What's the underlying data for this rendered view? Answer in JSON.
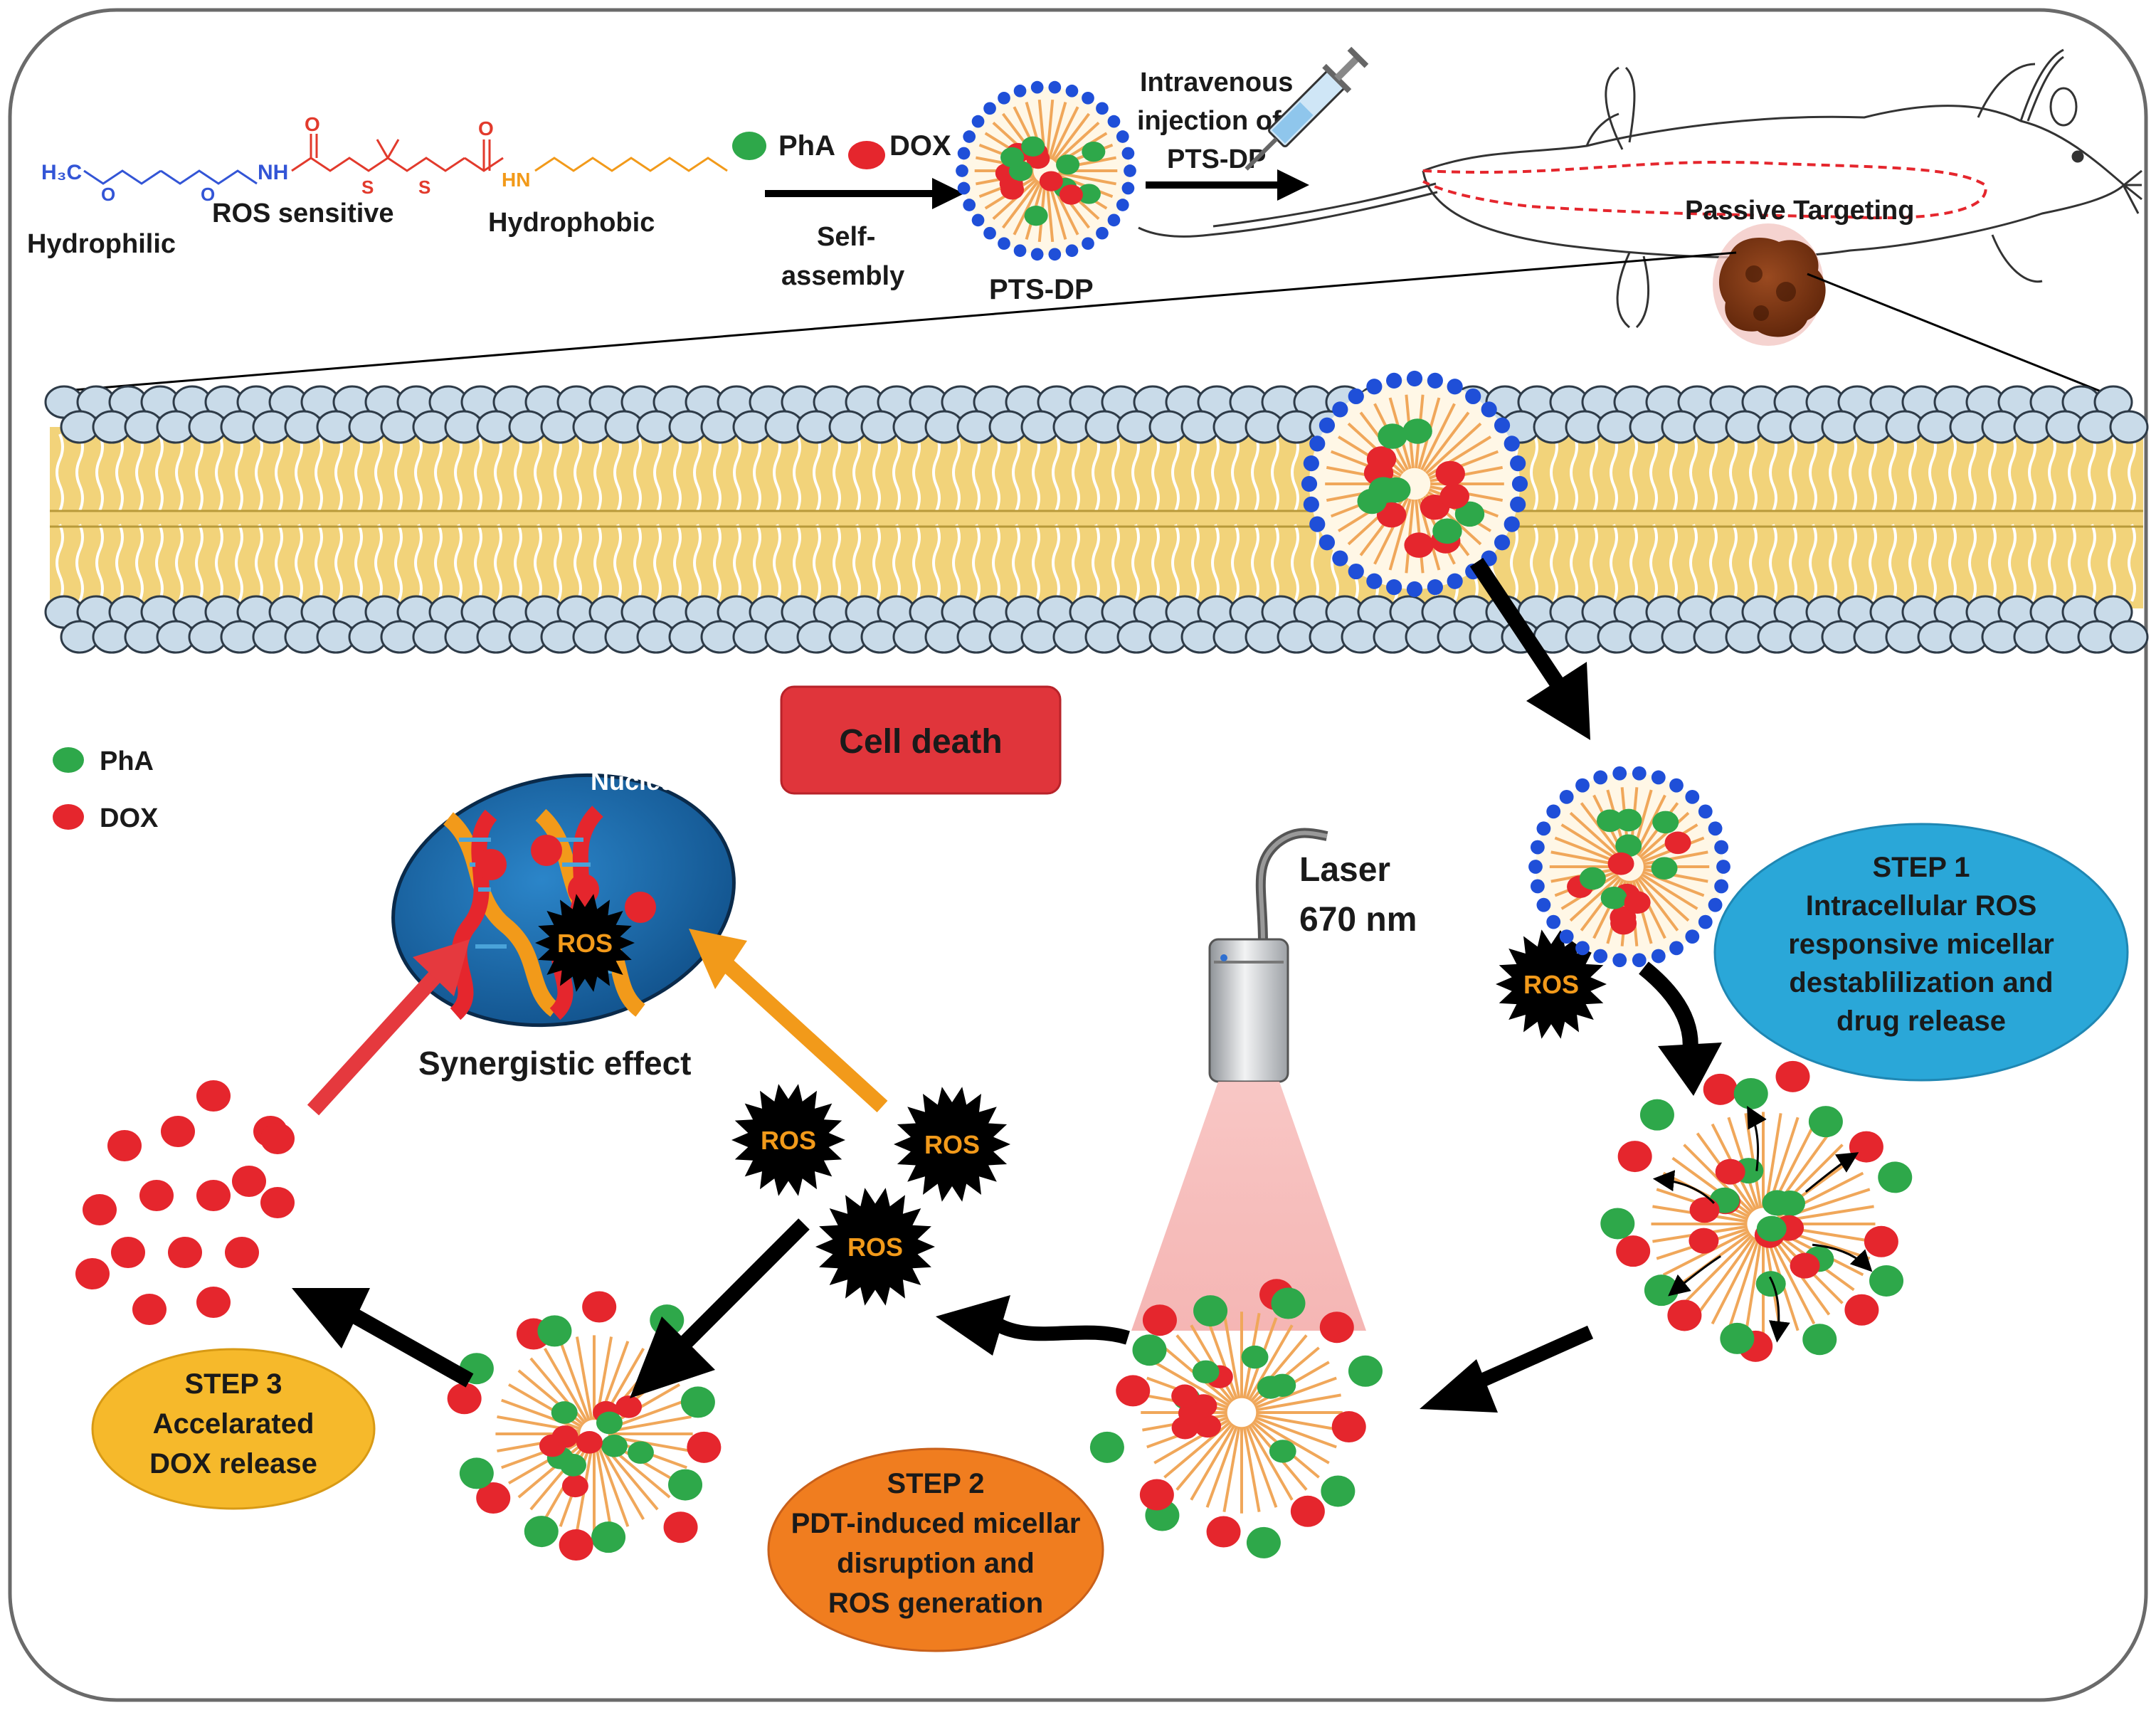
{
  "polymer": {
    "formula_left": "H₃C",
    "o1": "O",
    "o2": "O",
    "nh1": "NH",
    "o_carbonyl1": "O",
    "s1": "S",
    "s2": "S",
    "o_carbonyl2": "O",
    "hn": "HN",
    "hydrophilic": "Hydrophilic",
    "ros_sensitive": "ROS sensitive",
    "hydrophobic": "Hydrophobic"
  },
  "assembly": {
    "pha_label": "PhA",
    "dox_label": "DOX",
    "self_line1": "Self-",
    "self_line2": "assembly",
    "micelle_name": "PTS-DP",
    "inj_line1": "Intravenous",
    "inj_line2": "injection of",
    "inj_line3": "PTS-DP",
    "passive": "Passive Targeting"
  },
  "cell": {
    "cell_death": "Cell death",
    "nucleus": "Nucleus",
    "ros": "ROS",
    "synergistic": "Synergistic effect",
    "laser_line1": "Laser",
    "laser_line2": "670 nm"
  },
  "legend": {
    "pha": "PhA",
    "dox": "DOX"
  },
  "steps": {
    "step1": [
      "STEP 1",
      "Intracellular ROS",
      "responsive micellar",
      "destablilization and",
      "drug release"
    ],
    "step2": [
      "STEP 2",
      "PDT-induced micellar",
      "disruption and",
      "ROS generation"
    ],
    "step3": [
      "STEP 3",
      "Accelarated",
      "DOX release"
    ]
  },
  "colors": {
    "pha": "#2ea84a",
    "dox": "#e5262d",
    "shell": "#1f4fd8",
    "lipid_head": "#c9dbe9",
    "lipid_tail": "#f2d37a",
    "cell_death": "#e0353b",
    "nucleus": "#1a64a8",
    "step1": "#2aa7d8",
    "step2": "#f07d1f",
    "step3": "#f6b92b",
    "laser": "#f5b2b0"
  },
  "icons": [
    "syringe-icon",
    "mouse-icon",
    "laser-probe-icon",
    "tumor-icon",
    "ros-burst-icon",
    "dna-icon"
  ]
}
